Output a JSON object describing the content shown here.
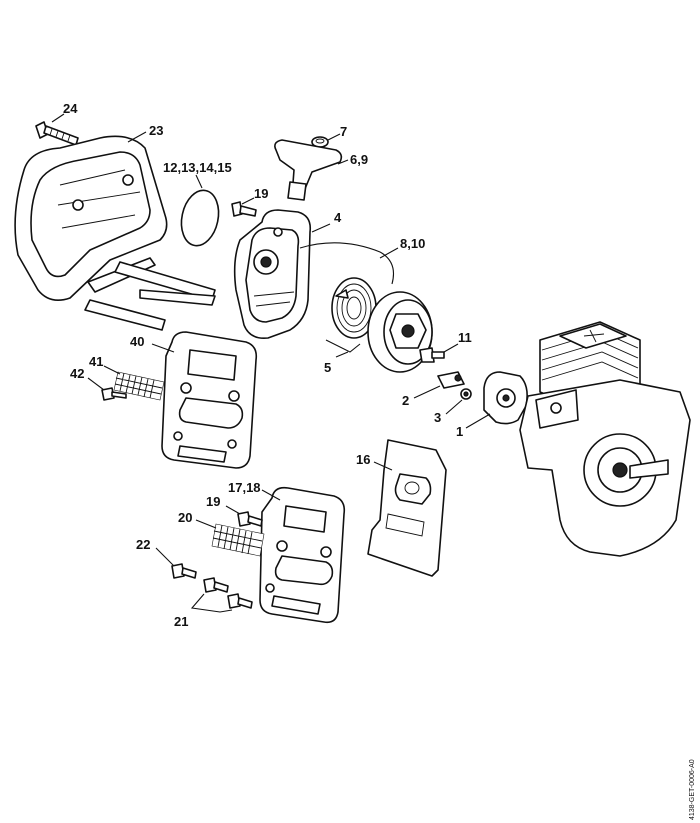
{
  "document_code": "4138-GET-0006-A0",
  "callouts": {
    "p24": "24",
    "p23": "23",
    "p12_15": "12,13,14,15",
    "p19a": "19",
    "p7": "7",
    "p6_9": "6,9",
    "p4": "4",
    "p8_10": "8,10",
    "p40": "40",
    "p41": "41",
    "p42": "42",
    "p11": "11",
    "p5": "5",
    "p2": "2",
    "p3": "3",
    "p1": "1",
    "p16": "16",
    "p17_18": "17,18",
    "p19b": "19",
    "p20": "20",
    "p22": "22",
    "p21": "21"
  }
}
